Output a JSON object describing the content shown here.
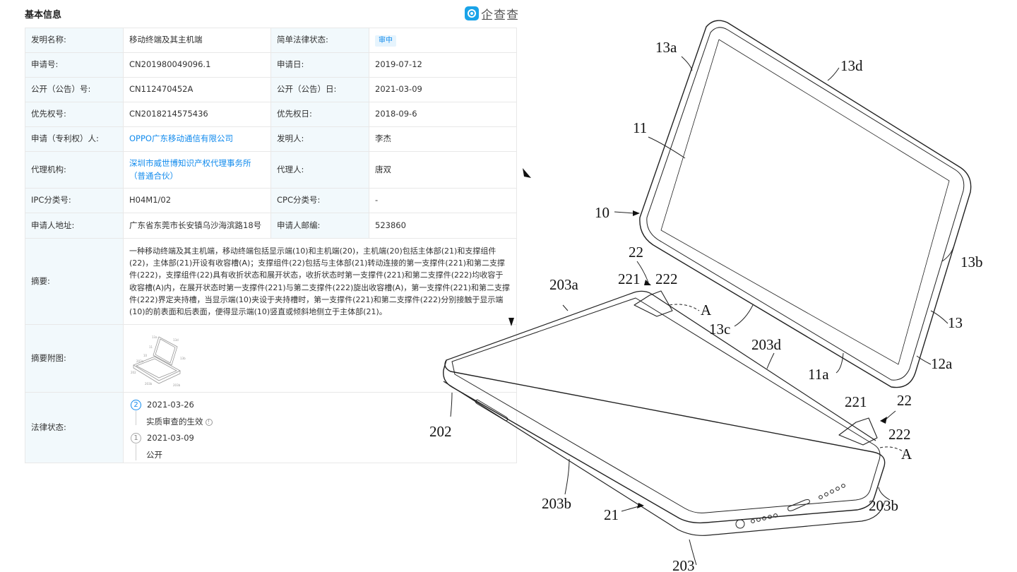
{
  "header": {
    "title": "基本信息",
    "brand": "企查查"
  },
  "rows": {
    "invention_name_label": "发明名称:",
    "invention_name": "移动终端及其主机端",
    "legal_status_label": "简单法律状态:",
    "legal_status": "审中",
    "app_no_label": "申请号:",
    "app_no": "CN201980049096.1",
    "app_date_label": "申请日:",
    "app_date": "2019-07-12",
    "pub_no_label": "公开（公告）号:",
    "pub_no": "CN112470452A",
    "pub_date_label": "公开（公告）日:",
    "pub_date": "2021-03-09",
    "priority_no_label": "优先权号:",
    "priority_no": "CN2018214575436",
    "priority_date_label": "优先权日:",
    "priority_date": "2018-09-6",
    "applicant_label": "申请（专利权）人:",
    "applicant": "OPPO广东移动通信有限公司",
    "inventor_label": "发明人:",
    "inventor": "李杰",
    "agency_label": "代理机构:",
    "agency": "深圳市威世博知识产权代理事务所（普通合伙）",
    "agent_label": "代理人:",
    "agent": "唐双",
    "ipc_label": "IPC分类号:",
    "ipc": "H04M1/02",
    "cpc_label": "CPC分类号:",
    "cpc": "-",
    "address_label": "申请人地址:",
    "address": "广东省东莞市长安镇乌沙海滨路18号",
    "postcode_label": "申请人邮编:",
    "postcode": "523860",
    "abstract_label": "摘要:",
    "abstract": "一种移动终端及其主机端，移动终端包括显示端(10)和主机端(20)，主机端(20)包括主体部(21)和支撑组件(22)，主体部(21)开设有收容槽(A)；支撑组件(22)包括与主体部(21)转动连接的第一支撑件(221)和第二支撑件(222)，支撑组件(22)具有收折状态和展开状态，收折状态时第一支撑件(221)和第二支撑件(222)均收容于收容槽(A)内，在展开状态时第一支撑件(221)与第二支撑件(222)旋出收容槽(A)，第一支撑件(221)和第二支撑件(222)界定夹持槽，当显示端(10)夹设于夹持槽时，第一支撑件(221)和第二支撑件(222)分别接触于显示端(10)的前表面和后表面，便得显示端(10)竖直或倾斜地侧立于主体部(21)。",
    "figure_label": "摘要附图:",
    "legal_label": "法律状态:"
  },
  "legal_timeline": [
    {
      "index": "2",
      "date": "2021-03-26",
      "desc": "实质审查的生效"
    },
    {
      "index": "1",
      "date": "2021-03-09",
      "desc": "公开"
    }
  ],
  "drawing_labels": {
    "l13a": "13a",
    "l13d": "13d",
    "l11": "11",
    "l10": "10",
    "l22a": "22",
    "l221a": "221",
    "l222a": "222",
    "lA1": "A",
    "l13c": "13c",
    "l203a": "203a",
    "l13b": "13b",
    "l13": "13",
    "l203d": "203d",
    "l11a": "11a",
    "l12a": "12a",
    "l221b": "221",
    "l22b": "22",
    "l222b": "222",
    "lA2": "A",
    "l202": "202",
    "l203b1": "203b",
    "l21": "21",
    "l203b2": "203b",
    "l203": "203"
  },
  "colors": {
    "link": "#128bed",
    "label_bg": "#f2f9fc",
    "border": "#e8e8e8",
    "brand": "#1aa3e8"
  }
}
